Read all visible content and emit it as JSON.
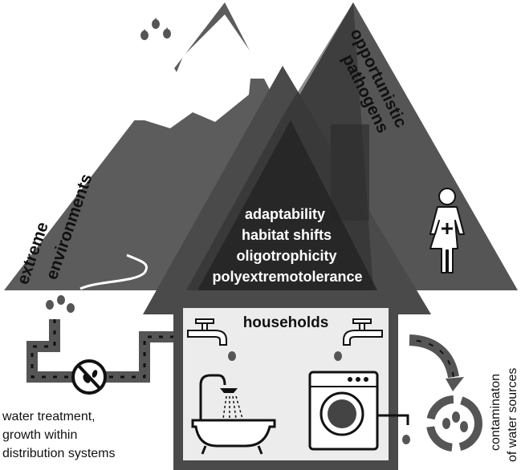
{
  "labels": {
    "extreme_1": "extreme",
    "extreme_2": "environments",
    "opportunistic_1": "opportunistic",
    "opportunistic_2": "pathogens",
    "center": [
      "adaptability",
      "habitat shifts",
      "oligotrophicity",
      "polyextremotolerance"
    ],
    "households": "households",
    "treatment_1": "water treatment,",
    "treatment_2": "growth within",
    "treatment_3": "distribution systems",
    "contam_1": "contaminaton",
    "contam_2": "of water sources"
  },
  "colors": {
    "mountain": "#5c5c5c",
    "snow": "#ffffff",
    "house_roof": "#4a4a4a",
    "overlap": "#2e2e2e",
    "pipe": "#555555",
    "house_interior": "#ececec",
    "outline": "#111111"
  }
}
